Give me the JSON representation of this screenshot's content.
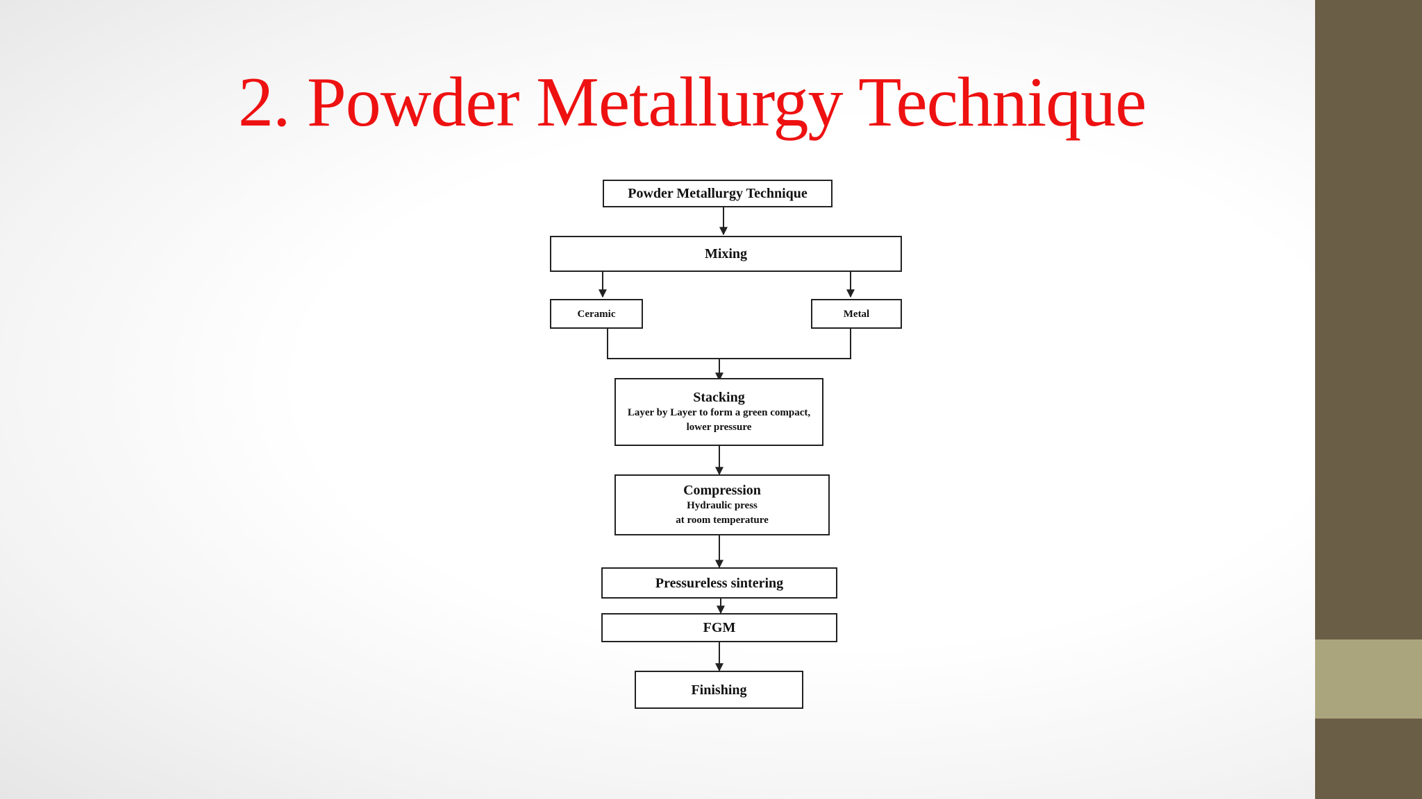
{
  "slide": {
    "title": "2. Powder Metallurgy Technique"
  },
  "flowchart": {
    "nodes": {
      "root": {
        "label": "Powder Metallurgy Technique"
      },
      "mixing": {
        "label": "Mixing"
      },
      "ceramic": {
        "label": "Ceramic"
      },
      "metal": {
        "label": "Metal"
      },
      "stacking": {
        "label": "Stacking",
        "detail_1": "Layer by Layer to form a green compact,",
        "detail_2": "lower pressure"
      },
      "compression": {
        "label": "Compression",
        "detail_1": "Hydraulic press",
        "detail_2": "at room temperature"
      },
      "sintering": {
        "label": "Pressureless sintering"
      },
      "fgm": {
        "label": "FGM"
      },
      "finishing": {
        "label": "Finishing"
      }
    }
  },
  "colors": {
    "title": "#ee1111",
    "sidebar": "#6b5e47",
    "sidebar_accent": "#aba57d",
    "box_border": "#222222"
  }
}
